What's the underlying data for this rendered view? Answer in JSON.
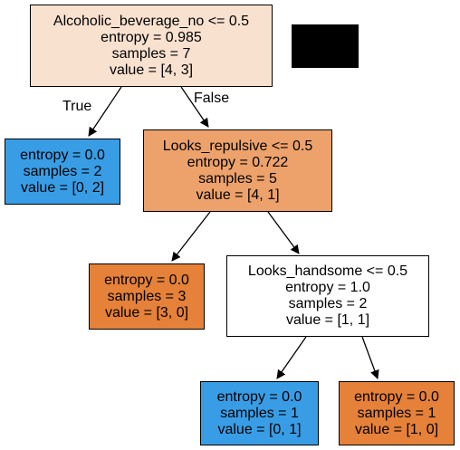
{
  "colors": {
    "root": "#f9e1d0",
    "class0_full": "#e58139",
    "class0_strong": "#eda26b",
    "class1_full": "#399de5",
    "mixed": "#ffffff",
    "edge": "#000000",
    "redaction": "#000000"
  },
  "edges": {
    "true_label": "True",
    "false_label": "False"
  },
  "nodes": {
    "root": {
      "condition": "Alcoholic_beverage_no <= 0.5",
      "entropy": "entropy = 0.985",
      "samples": "samples = 7",
      "value": "value = [4, 3]"
    },
    "left_leaf": {
      "entropy": "entropy = 0.0",
      "samples": "samples = 2",
      "value": "value = [0, 2]"
    },
    "right_split": {
      "condition": "Looks_repulsive <= 0.5",
      "entropy": "entropy = 0.722",
      "samples": "samples = 5",
      "value": "value = [4, 1]"
    },
    "mid_leaf": {
      "entropy": "entropy = 0.0",
      "samples": "samples = 3",
      "value": "value = [3, 0]"
    },
    "handsome_split": {
      "condition": "Looks_handsome <= 0.5",
      "entropy": "entropy = 1.0",
      "samples": "samples = 2",
      "value": "value = [1, 1]"
    },
    "bottom_left_leaf": {
      "entropy": "entropy = 0.0",
      "samples": "samples = 1",
      "value": "value = [0, 1]"
    },
    "bottom_right_leaf": {
      "entropy": "entropy = 0.0",
      "samples": "samples = 1",
      "value": "value = [1, 0]"
    }
  }
}
